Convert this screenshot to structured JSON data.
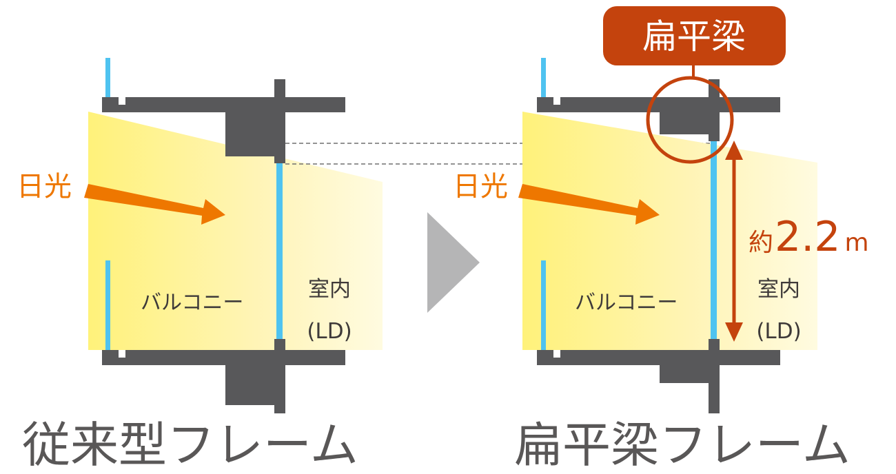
{
  "left_panel": {
    "sunlight_label": "日光",
    "balcony_label": "バルコニー",
    "room_label_line1": "室内",
    "room_label_line2": "(LD)",
    "title": "従来型フレーム"
  },
  "right_panel": {
    "sunlight_label": "日光",
    "balcony_label": "バルコニー",
    "room_label_line1": "室内",
    "room_label_line2": "(LD)",
    "badge_label": "扁平梁",
    "height_prefix": "約",
    "height_value": "2.2",
    "height_unit": "m",
    "title": "扁平梁フレーム"
  },
  "colors": {
    "structure": "#58585a",
    "glass": "#4fc3f0",
    "sun_arrow": "#ee7700",
    "accent": "#c4430d",
    "transition_arrow": "#b5b5b6",
    "light_strong": "#fff27a",
    "light_pale": "#fffbe0"
  }
}
